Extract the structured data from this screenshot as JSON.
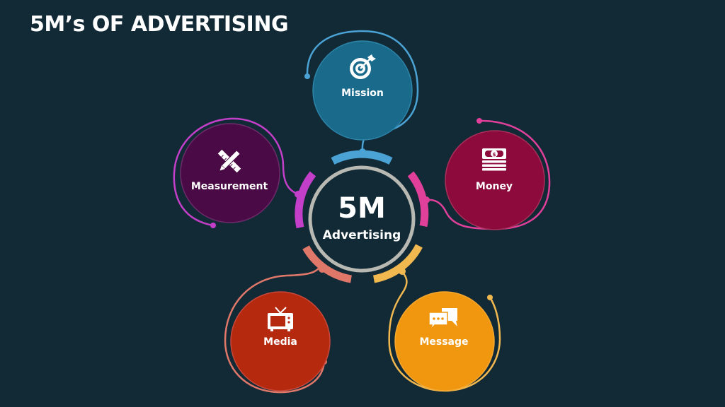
{
  "slide": {
    "title": "5M’s OF ADVERTISING",
    "background": "#122a36"
  },
  "center": {
    "big": "5M",
    "small": "Advertising",
    "ring_color": "#b9b9b4"
  },
  "nodes": [
    {
      "label": "Mission",
      "icon": "target-icon",
      "fill": "#1a6a8c",
      "accent": "#4aa3d4"
    },
    {
      "label": "Money",
      "icon": "money-stack-icon",
      "fill": "#8c0a3c",
      "accent": "#e0409a"
    },
    {
      "label": "Message",
      "icon": "chat-bubbles-icon",
      "fill": "#f0960f",
      "accent": "#f2b850"
    },
    {
      "label": "Media",
      "icon": "tv-icon",
      "fill": "#b5290f",
      "accent": "#e0786a"
    },
    {
      "label": "Measurement",
      "icon": "pencil-ruler-icon",
      "fill": "#4a0a45",
      "accent": "#c43fc9"
    }
  ]
}
